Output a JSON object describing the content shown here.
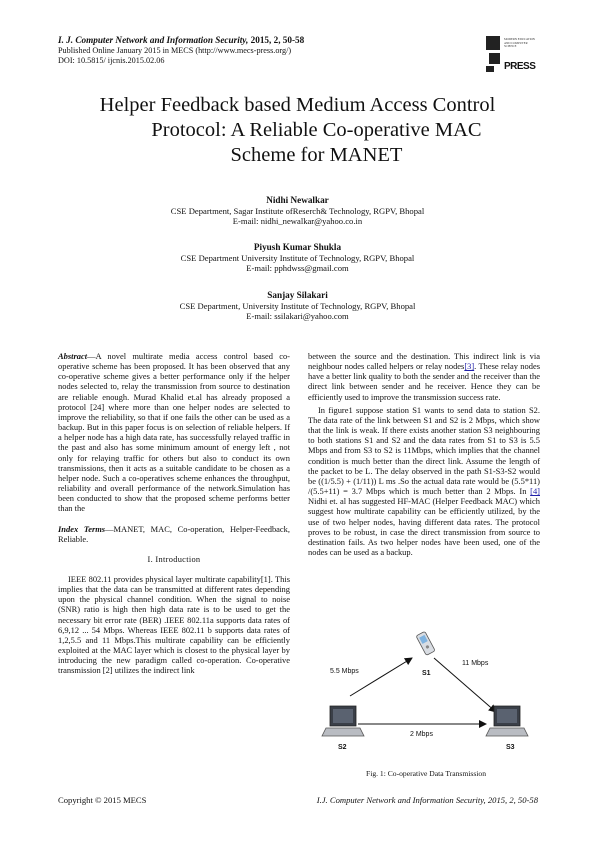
{
  "header": {
    "journal": "I. J. Computer Network and Information Security,",
    "journal_rest": " 2015, 2, 50-58",
    "published": "Published Online January 2015 in MECS (http://www.mecs-press.org/)",
    "doi": "DOI: 10.5815/ ijcnis.2015.02.06",
    "logo_text": "PRESS",
    "logo_small": "MODERN EDUCATION AND COMPUTER SCIENCE"
  },
  "title_line1": "Helper Feedback based Medium Access Control",
  "title_line2": "Protocol: A Reliable Co-operative MAC",
  "title_line3": "Scheme for MANET",
  "authors": [
    {
      "name": "Nidhi Newalkar",
      "affil": "CSE Department, Sagar Institute ofReserch& Technology, RGPV, Bhopal",
      "email": "E-mail: nidhi_newalkar@yahoo.co.in"
    },
    {
      "name": "Piyush Kumar Shukla",
      "affil": "CSE Department University Institute of Technology, RGPV, Bhopal",
      "email": "E-mail: pphdwss@gmail.com"
    },
    {
      "name": "Sanjay Silakari",
      "affil": "CSE Department, University Institute of Technology, RGPV, Bhopal",
      "email": "E-mail: ssilakari@yahoo.com"
    }
  ],
  "abstract_label": "Abstract",
  "abstract_text": "—A novel multirate media access control based co-operative scheme has been proposed. It has been observed that any co-operative scheme gives a better performance only if the helper nodes selected to, relay the transmission from source to destination are reliable enough. Murad Khalid et.al has already proposed a protocol [24] where more than one helper nodes are selected to improve the reliability, so that if one fails the other can be used as a backup. But in this paper focus is on selection of reliable helpers. If a helper node has a high data rate, has successfully relayed traffic in the past and also has some minimum amount of energy left , not only for relaying traffic for others but also to conduct its own transmissions, then it acts as a suitable candidate to be chosen as a helper node. Such a co-operatives scheme enhances the throughput, reliability and overall performance of the network.Simulation has been conducted to show that the proposed scheme performs better than the",
  "index_label": "Index Terms",
  "index_text": "—MANET, MAC, Co-operation, Helper-Feedback, Reliable.",
  "section_title": "I. Introduction",
  "intro_p1": "IEEE 802.11 provides physical layer multirate capability[1]. This implies that the data can be transmitted at different rates depending upon the physical channel condition. When the signal to noise (SNR) ratio is high then high data rate is to be used to get the necessary bit error rate (BER) .IEEE 802.11a supports data rates of 6,9,12 ... 54 Mbps. Whereas IEEE 802.11 b supports data rates of 1,2,5.5 and 11 Mbps.This multirate capability can be efficiently exploited at the MAC layer which is closest to the physical layer by introducing the new paradigm called co-operation. Co-operative transmission [2] utilizes the indirect link",
  "right_p1a": "between the source and the destination. This indirect link is via neighbour nodes called helpers or relay nodes",
  "right_p1_ref": "[3]",
  "right_p1b": ". These relay nodes have a better link quality to both the sender and the receiver than the direct link between sender and he receiver. Hence they can be efficiently used to improve the transmission success rate.",
  "right_p2a": "In figure1 suppose station S1 wants to send data to station S2. The data rate of the link between S1 and S2 is 2 Mbps, which show that the link is weak. If there exists another station S3 neighbouring to both stations S1 and S2 and the data rates from S1 to S3 is 5.5 Mbps and from S3 to S2 is 11Mbps, which implies that the channel condition is much better than the direct link. Assume the length of the packet to be L. The delay observed in the path S1-S3-S2 would be ((1/5.5) + (1/11)) L ms .So the actual data rate would be (5.5*11) /(5.5+11) = 3.7 Mbps which is much better than 2 Mbps. In ",
  "right_p2_ref": "[4]",
  "right_p2b": " Nidhi et. al has suggested HF-MAC (Helper Feedback MAC) which suggest how multirate capability can be efficiently utilized, by the use of two helper nodes, having different data rates. The protocol proves to be robust, in case the direct transmission from source to destination fails. As two helper nodes have been used, one of the nodes can be used as a backup.",
  "figure": {
    "rate_s2_s1": "5.5 Mbps",
    "rate_s1_s3": "11 Mbps",
    "rate_s2_s3": "2 Mbps",
    "node_s1": "S1",
    "node_s2": "S2",
    "node_s3": "S3",
    "caption": "Fig. 1: Co-operative Data Transmission"
  },
  "footer": {
    "left": "Copyright © 2015 MECS",
    "right": "I.J. Computer Network and Information Security, 2015, 2, 50-58"
  }
}
